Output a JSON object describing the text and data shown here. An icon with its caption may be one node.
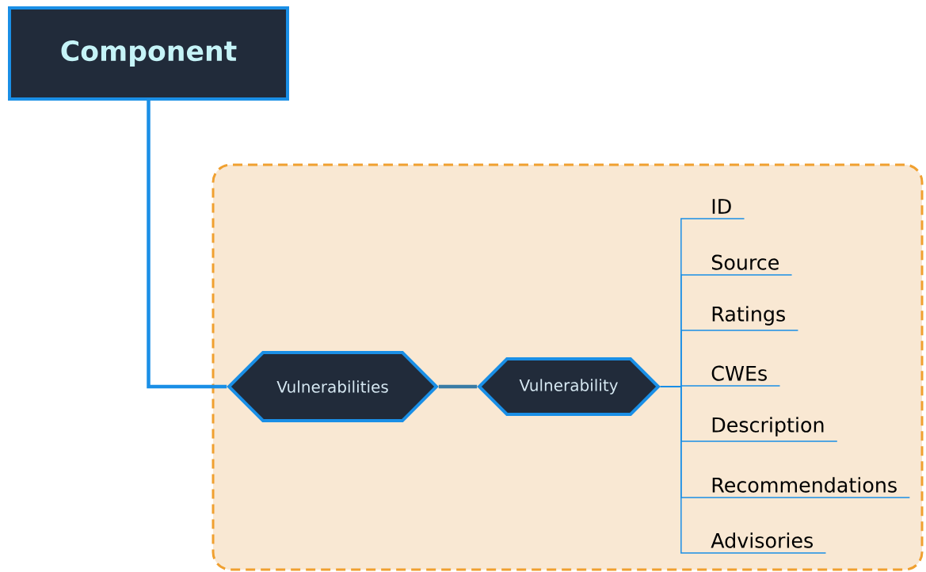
{
  "diagram": {
    "nodes": [
      {
        "text": [
          "Component"
        ]
      },
      {
        "text": [],
        "shape": "box"
      },
      {
        "text": [
          "Vulnerabilities"
        ],
        "in": 1
      },
      {
        "text": [
          "Vulnerability"
        ],
        "in": 1
      },
      {
        "text": [
          "ID"
        ],
        "in": 1
      },
      {
        "text": [
          "Source"
        ],
        "in": 1
      },
      {
        "text": [
          "Ratings"
        ],
        "in": 1
      },
      {
        "text": [
          "CWEs"
        ],
        "in": 1
      },
      {
        "text": [
          "Description"
        ],
        "in": 1
      },
      {
        "text": [
          "Recommendations"
        ],
        "in": 1
      },
      {
        "text": [
          "Advisories"
        ],
        "in": 1
      }
    ],
    "edges": [
      {
        "from": 0,
        "to": 2,
        "arrow": "none",
        "style": "thick"
      },
      {
        "from": 2,
        "to": 3,
        "arrow": "none",
        "style": "thick",
        "color": "#3a7ca5"
      },
      {
        "from": 3,
        "to": 4,
        "arrow": "none"
      },
      {
        "from": 3,
        "to": 5,
        "arrow": "none"
      },
      {
        "from": 3,
        "to": 6,
        "arrow": "none"
      },
      {
        "from": 3,
        "to": 7,
        "arrow": "none"
      },
      {
        "from": 3,
        "to": 8,
        "arrow": "none"
      },
      {
        "from": 3,
        "to": 9,
        "arrow": "none"
      },
      {
        "from": 3,
        "to": 10,
        "arrow": "none"
      }
    ]
  }
}
